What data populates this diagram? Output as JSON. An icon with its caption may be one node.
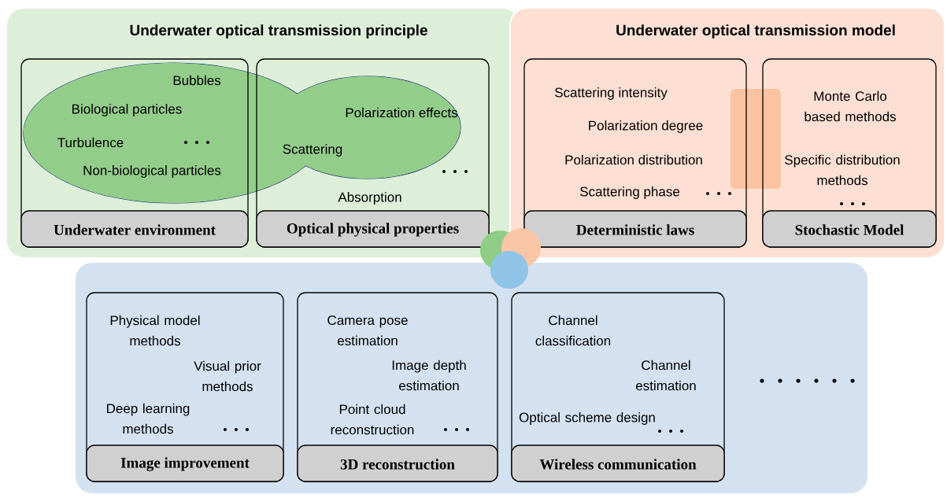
{
  "diagram": {
    "nodes": [
      {
        "text": [
          "Underwater optical transmission principle"
        ]
      },
      {
        "text": [
          "Bubbles",
          "Biological particles",
          "Turbulence",
          "Non-biological particles",
          "Underwater environment"
        ],
        "in": 0
      },
      {
        "text": [
          "Polarization effects",
          "Scattering",
          "Absorption",
          "Optical physical properties"
        ],
        "in": 0
      },
      {
        "text": [
          "Underwater optical transmission model"
        ]
      },
      {
        "text": [
          "Scattering intensity",
          "Polarization degree",
          "Polarization distribution",
          "Scattering phase",
          "Deterministic laws"
        ],
        "in": 3
      },
      {
        "text": [
          "Monte Carlo based methods",
          "Specific distribution methods",
          "Stochastic Model"
        ],
        "in": 3
      },
      {
        "text": [],
        "shape": "box"
      },
      {
        "text": [
          "Physical model methods",
          "Visual prior methods",
          "Deep learning methods",
          "Image improvement"
        ],
        "in": 6
      },
      {
        "text": [
          "Camera pose estimation",
          "Image depth estimation",
          "Point cloud reconstruction",
          "3D reconstruction"
        ],
        "in": 6
      },
      {
        "text": [
          "Channel classification",
          "Channel estimation",
          "Optical scheme design",
          "Wireless communication"
        ],
        "in": 6
      }
    ]
  }
}
